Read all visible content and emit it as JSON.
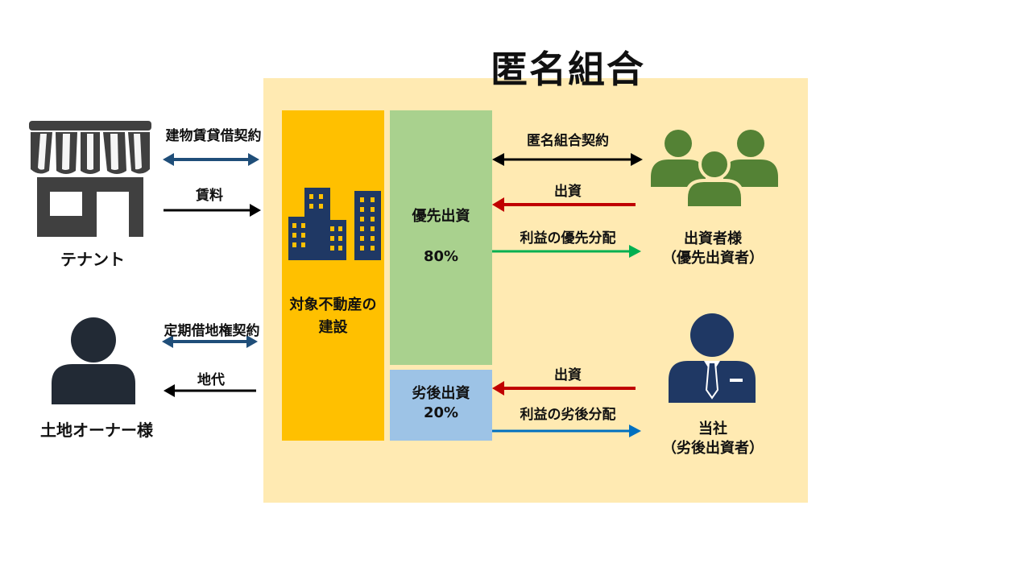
{
  "title": "匿名組合",
  "left": {
    "tenant": {
      "label": "テナント",
      "lease_contract": "建物賃貸借契約",
      "rent": "賃料"
    },
    "landowner": {
      "label": "土地オーナー様",
      "land_lease_contract": "定期借地権契約",
      "land_rent": "地代"
    }
  },
  "blocks": {
    "property": "対象不動産の建設",
    "senior": {
      "label": "優先出資",
      "percent": "80%"
    },
    "junior": {
      "label": "劣後出資",
      "percent": "20%"
    }
  },
  "right": {
    "investors": {
      "contract": "匿名組合契約",
      "investment": "出資",
      "distribution": "利益の優先分配",
      "name": "出資者様",
      "role": "（優先出資者）"
    },
    "company": {
      "investment": "出資",
      "distribution": "利益の劣後分配",
      "name": "当社",
      "role": "（劣後出資者）"
    }
  },
  "colors": {
    "panel": "#ffeab2",
    "orange": "#ffc000",
    "green_block": "#a9d18e",
    "blue_block": "#9dc3e6",
    "navy": "#1f3864",
    "investor_green": "#548235",
    "arrow_red": "#c00000",
    "arrow_green": "#00b050",
    "arrow_blue": "#0070c0",
    "arrow_steel": "#1f4e79",
    "icon_gray": "#404040"
  },
  "icons": [
    "storefront-icon",
    "person-icon",
    "buildings-icon",
    "group-icon",
    "businessman-icon"
  ]
}
